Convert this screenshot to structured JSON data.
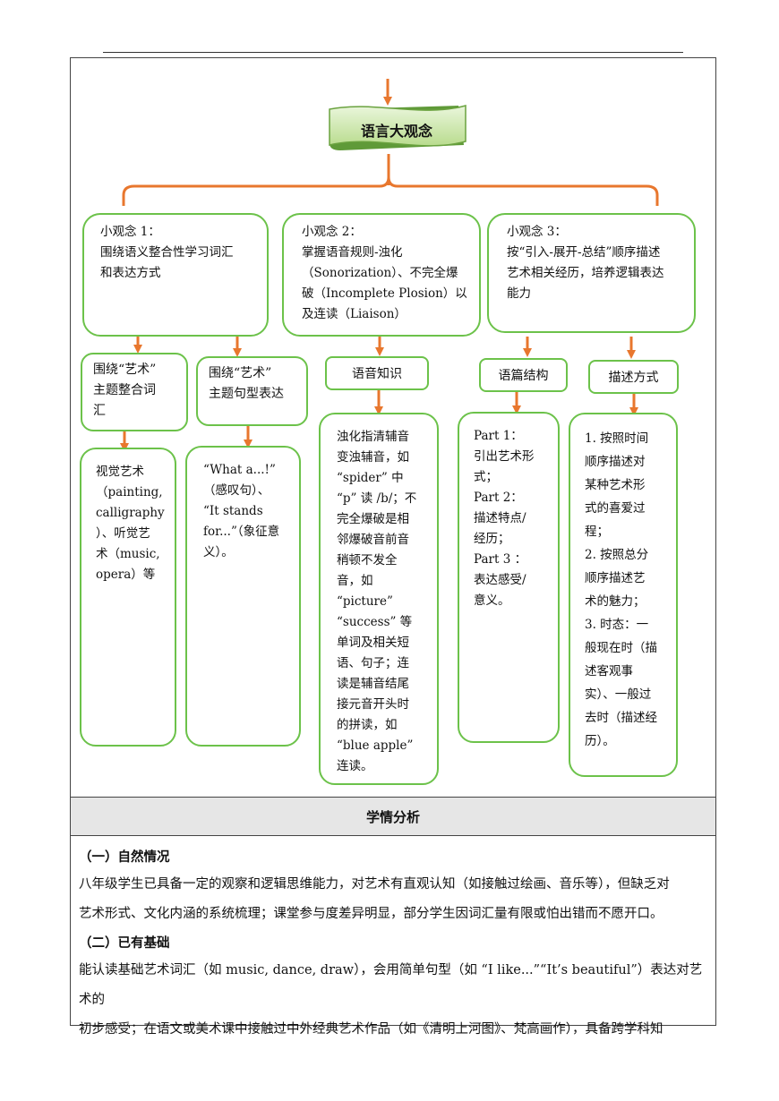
{
  "root": {
    "title": "语言大观念"
  },
  "big_ideas": [
    {
      "lines": [
        "小观念 1：",
        "围绕语义整合性学习词汇",
        "和表达方式"
      ]
    },
    {
      "lines": [
        "小观念 2：",
        "掌握语音规则-浊化",
        "（Sonorization）、不完全爆",
        "破（Incomplete Plosion）以",
        "及连读（Liaison）"
      ]
    },
    {
      "lines": [
        "小观念 3：",
        "按“引入-展开-总结”顺序描述",
        "艺术相关经历，培养逻辑表达",
        "能力"
      ]
    }
  ],
  "sub_nodes": [
    {
      "label_lines": [
        "围绕“艺术”",
        "主题整合词",
        "汇"
      ],
      "detail_lines": [
        "视觉艺术",
        "（painting,",
        "calligraphy",
        "）、听觉艺",
        "术（music,",
        "opera）等"
      ]
    },
    {
      "label_lines": [
        "围绕“艺术”",
        "主题句型表达"
      ],
      "detail_lines": [
        "“What    a...!”",
        "（感叹句）、",
        "“It      stands",
        "for...”（象征意",
        "义）。"
      ]
    },
    {
      "label_lines": [
        "语音知识"
      ],
      "detail_lines": [
        "浊化指清辅音",
        "变浊辅音，如",
        "“spider” 中",
        "“p” 读 /b/；不",
        "完全爆破是相",
        "邻爆破音前音",
        "稍顿不发全",
        "音，如",
        "“picture”",
        "“success” 等",
        "单词及相关短",
        "语、句子；连",
        "读是辅音结尾",
        "接元音开头时",
        "的拼读，如",
        "“blue apple”",
        "连读。"
      ]
    },
    {
      "label_lines": [
        "语篇结构"
      ],
      "detail_lines": [
        "Part 1：",
        "引出艺术形",
        "式；",
        "Part 2：",
        "描述特点/",
        "经历；",
        "Part 3 ：",
        "表达感受/",
        "意义。"
      ]
    },
    {
      "label_lines": [
        "描述方式"
      ],
      "detail_lines": [
        "1. 按照时间",
        "顺序描述对",
        "某种艺术形",
        "式的喜爱过",
        "程；",
        "2. 按照总分",
        "顺序描述艺",
        "术的魅力；",
        "3. 时态：一",
        "般现在时（描",
        "述客观事",
        "实）、一般过",
        "去时（描述经",
        "历）。"
      ]
    }
  ],
  "analysis": {
    "title": "学情分析",
    "sections": [
      {
        "heading": "（一）自然情况",
        "lines": [
          "八年级学生已具备一定的观察和逻辑思维能力，对艺术有直观认知（如接触过绘画、音乐等），但缺乏对",
          "艺术形式、文化内涵的系统梳理；课堂参与度差异明显，部分学生因词汇量有限或怕出错而不愿开口。"
        ]
      },
      {
        "heading": "（二）已有基础",
        "lines": [
          "能认读基础艺术词汇（如 music, dance, draw），会用简单句型（如 “I like...”“It’s beautiful”）表达对艺术的",
          "初步感受；在语文或美术课中接触过中外经典艺术作品（如《清明上河图》、梵高画作），具备跨学科知"
        ]
      }
    ]
  },
  "colors": {
    "arrow": "#e8772e",
    "box_border": "#6cc24a",
    "banner_fill": "#d4ebb7"
  }
}
